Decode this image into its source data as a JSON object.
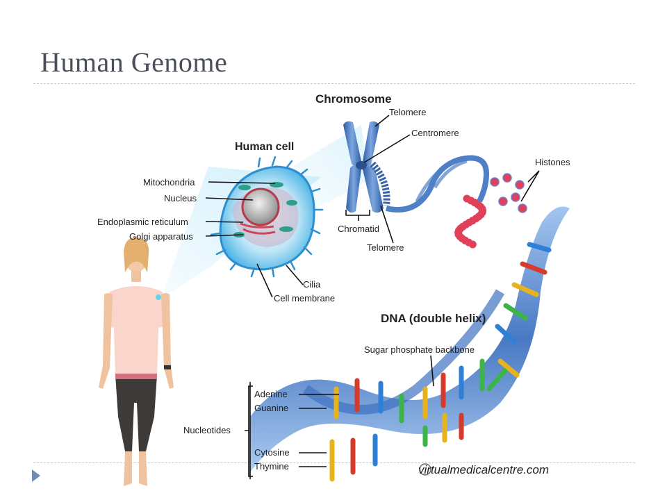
{
  "slide": {
    "title": "Human Genome"
  },
  "diagram": {
    "headings": {
      "chromosome": "Chromosome",
      "human_cell": "Human cell",
      "dna": "DNA (double helix)"
    },
    "labels": {
      "telomere_top": "Telomere",
      "centromere": "Centromere",
      "histones": "Histones",
      "mitochondria": "Mitochondria",
      "nucleus": "Nucleus",
      "er": "Endoplasmic reticulum",
      "golgi": "Golgi apparatus",
      "chromatid": "Chromatid",
      "telomere_bottom": "Telomere",
      "cilia": "Cilia",
      "cell_membrane": "Cell membrane",
      "sugar_backbone": "Sugar phosphate backbone",
      "nucleotides": "Nucleotides",
      "adenine": "Adenine",
      "guanine": "Guanine",
      "cytosine": "Cytosine",
      "thymine": "Thymine"
    },
    "watermark": "virtualmedicalcentre.com",
    "colors": {
      "adenine": "#e8b21c",
      "guanine": "#d63a2c",
      "cytosine": "#2f7fd6",
      "thymine": "#3cb44a",
      "backbone": "#4f7fc4",
      "histone": "#e0405a"
    }
  }
}
